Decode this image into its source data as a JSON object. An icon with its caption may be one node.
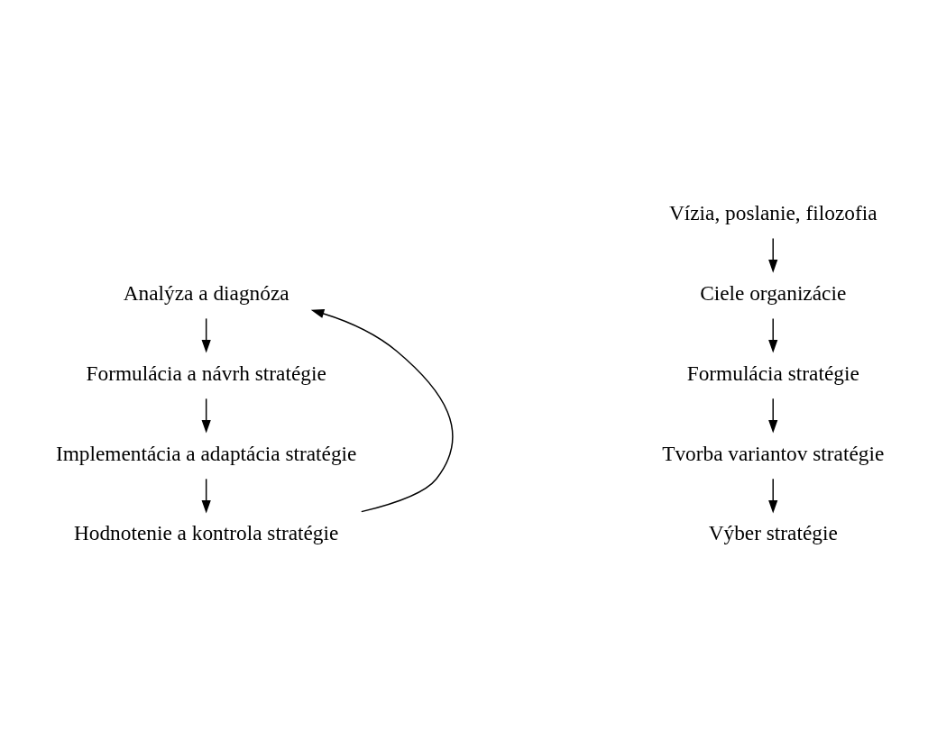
{
  "diagram": {
    "nodes": [
      {
        "text": [
          "Analýza a diagnóza"
        ]
      },
      {
        "text": [
          "Formulácia a návrh stratégie"
        ]
      },
      {
        "text": [
          "Vízia, poslanie, filozofia"
        ]
      },
      {
        "text": [
          "Ciele organizácie"
        ]
      },
      {
        "text": [
          "Formulácia stratégie"
        ]
      },
      {
        "text": [
          "Tvorba variantov stratégie"
        ]
      },
      {
        "text": [
          "Výber stratégie"
        ]
      },
      {
        "text": [
          "Implementácia a adaptácia stratégie"
        ]
      },
      {
        "text": [
          "Hodnotenie a kontrola stratégie"
        ]
      }
    ],
    "edges": [
      {
        "from": 0,
        "to": 1,
        "arrow": "to"
      },
      {
        "from": 2,
        "to": 3,
        "arrow": "to"
      },
      {
        "from": 3,
        "to": 4,
        "arrow": "to"
      },
      {
        "from": 4,
        "to": 5,
        "arrow": "to"
      },
      {
        "from": 5,
        "to": 6,
        "arrow": "to"
      },
      {
        "from": 1,
        "to": 7,
        "arrow": "to"
      },
      {
        "from": 7,
        "to": 8,
        "arrow": "to"
      },
      {
        "from": 8,
        "to": 0,
        "arrow": "to"
      }
    ]
  }
}
